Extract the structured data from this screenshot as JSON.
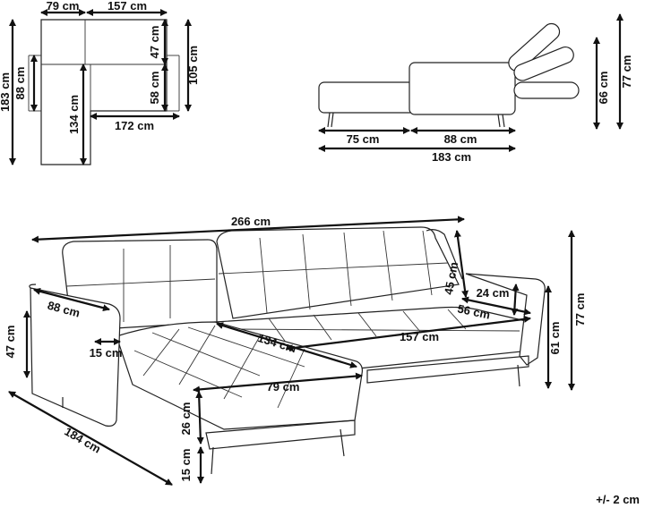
{
  "top_view": {
    "w_left": "79 cm",
    "w_right": "157 cm",
    "h_total": "183 cm",
    "h_arm": "88 cm",
    "h_top": "47 cm",
    "h_back": "105 cm",
    "h_seat": "58 cm",
    "h_chaise": "134 cm",
    "w_base": "172 cm"
  },
  "side_view": {
    "w_left": "75 cm",
    "w_right": "88 cm",
    "w_total": "183 cm",
    "h_seat": "66 cm",
    "h_total": "77 cm"
  },
  "perspective": {
    "width_total": "266 cm",
    "back_h": "45 cm",
    "arm_w": "24 cm",
    "seat_d": "56 cm",
    "seat_w": "157 cm",
    "chaise_seat": "134 cm",
    "arm_d": "88 cm",
    "arm_h": "47 cm",
    "arm_in": "15 cm",
    "chaise_w": "79 cm",
    "cushion_h": "26 cm",
    "leg_h": "15 cm",
    "chaise_len": "184 cm",
    "h_arm_right": "61 cm",
    "h_total": "77 cm"
  },
  "tolerance": "+/- 2 cm"
}
